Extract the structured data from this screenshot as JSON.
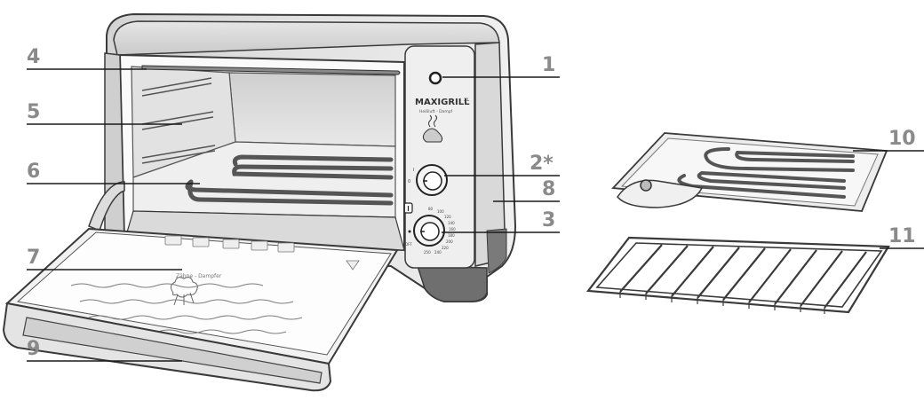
{
  "callouts": {
    "c1": "1",
    "c2": "2*",
    "c3": "3",
    "c4": "4",
    "c5": "5",
    "c6": "6",
    "c7": "7",
    "c8": "8",
    "c9": "9",
    "c10": "10",
    "c11": "11"
  },
  "panel": {
    "brand": "MAXIGRILL",
    "brand_mark": "XL",
    "mode_caption": "Heißluft - Dampf",
    "timer_marks": [
      "I",
      "0"
    ],
    "temperature_marks": [
      "OFF",
      "80",
      "100",
      "120",
      "140",
      "160",
      "180",
      "200",
      "220",
      "240",
      "250"
    ]
  },
  "door": {
    "caption": "Zähne - Dampfer"
  },
  "colors": {
    "outline": "#3a3a3a",
    "body_grey": "#bdbdbd",
    "cavity": "#dcdcdc",
    "base_dark": "#6f6f6f",
    "callout_text": "#8a8a8a",
    "leader": "#1a1a1a"
  }
}
